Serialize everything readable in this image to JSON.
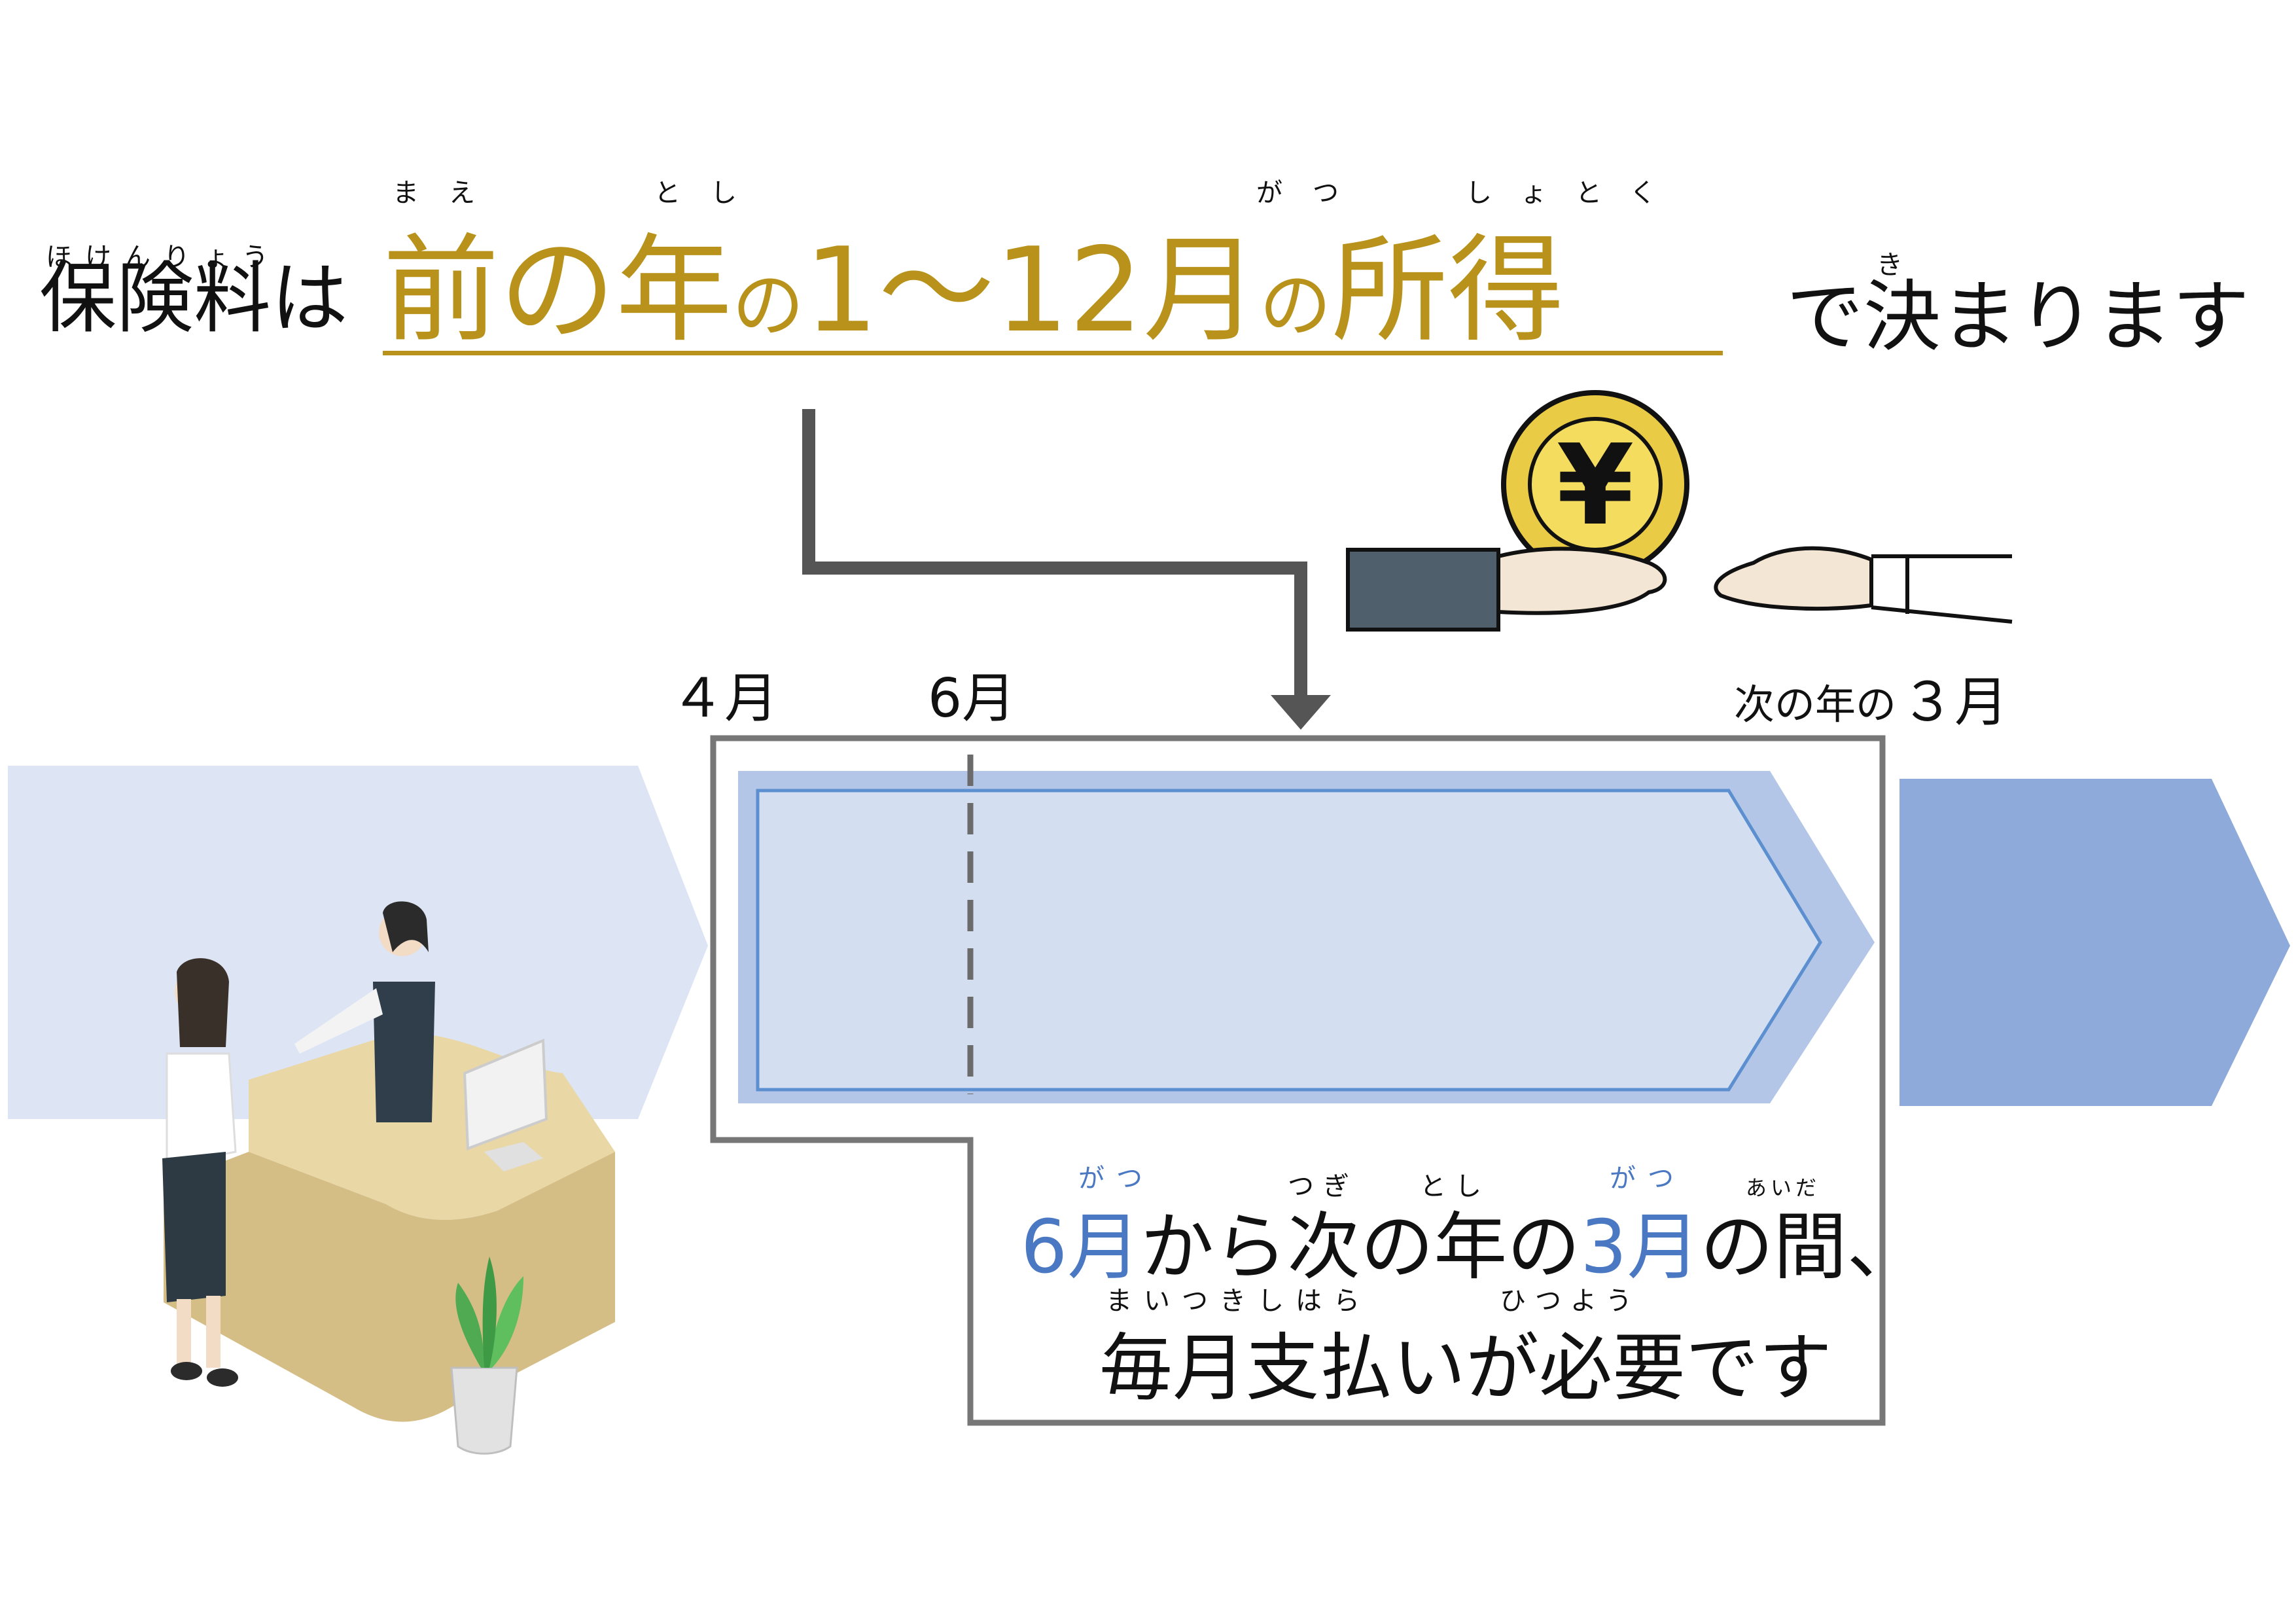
{
  "title": {
    "lead": "保険料は",
    "lead_ruby": "ほけんりょう",
    "main_parts": [
      {
        "text": "前",
        "size": "big"
      },
      {
        "text": "の",
        "size": "big"
      },
      {
        "text": "年",
        "size": "big"
      },
      {
        "text": "の",
        "size": "small"
      },
      {
        "text": "1～12",
        "size": "big"
      },
      {
        "text": "月",
        "size": "big"
      },
      {
        "text": "の",
        "size": "small"
      },
      {
        "text": "所得",
        "size": "big"
      }
    ],
    "ruby_mae": "まえ",
    "ruby_toshi": "とし",
    "ruby_gatsu": "がつ",
    "ruby_shotoku": "しょとく",
    "tail": "で決まります",
    "tail_ruby": "き"
  },
  "months": {
    "april": "４月",
    "june": "6月",
    "next_march_prefix": "次の年の",
    "next_march": "３月"
  },
  "caption": {
    "line1_parts": [
      "6月",
      "から次の年の",
      "3月",
      "の間、"
    ],
    "line1_ruby": {
      "gatsu1": "がつ",
      "tsugi": "つぎ",
      "toshi": "とし",
      "gatsu2": "がつ",
      "aida": "あいだ"
    },
    "line2": "毎月支払いが必要です",
    "line2_ruby": {
      "maitsuki_shiharai": "まいつきしはら",
      "hitsuyou": "ひつよう"
    }
  },
  "icons": [
    "yen-coin-icon",
    "giving-hand-icon",
    "receiving-hand-icon",
    "reception-desk-illustration",
    "down-arrow-icon"
  ],
  "colors": {
    "gold": "#b8921a",
    "blue_text": "#4a78c2",
    "band_pale": "#dde4f4",
    "band_mid": "#b4c6e7",
    "band_inner": "#d3def0",
    "band_dark": "#8eaadb",
    "frame_gray": "#777777"
  }
}
